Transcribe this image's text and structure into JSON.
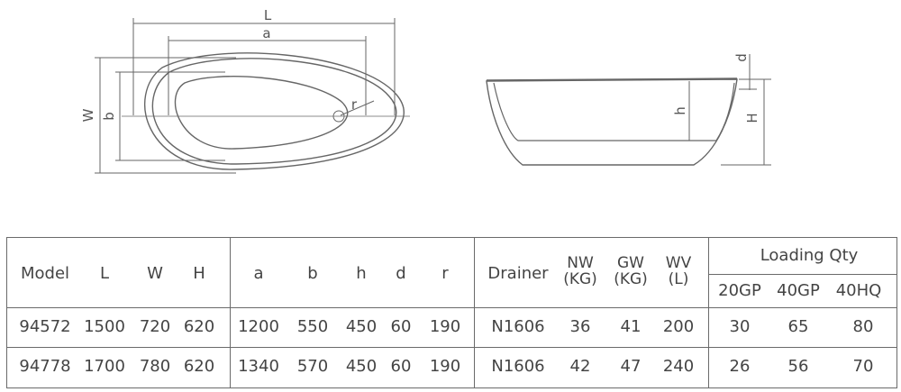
{
  "drawing": {
    "top_labels": {
      "L": "L",
      "a": "a",
      "W": "W",
      "b": "b",
      "r": "r"
    },
    "side_labels": {
      "d": "d",
      "h": "h",
      "H": "H"
    }
  },
  "table": {
    "headers": {
      "model": "Model",
      "L": "L",
      "W": "W",
      "H": "H",
      "a": "a",
      "b": "b",
      "h": "h",
      "d": "d",
      "r": "r",
      "drainer": "Drainer",
      "nw_1": "NW",
      "nw_2": "(KG)",
      "gw_1": "GW",
      "gw_2": "(KG)",
      "wv_1": "WV",
      "wv_2": "(L)",
      "loading": "Loading Qty",
      "gp20": "20GP",
      "gp40": "40GP",
      "hq40": "40HQ"
    },
    "rows": [
      {
        "model": "94572",
        "L": "1500",
        "W": "720",
        "H": "620",
        "a": "1200",
        "b": "550",
        "h": "450",
        "d": "60",
        "r": "190",
        "drainer": "N1606",
        "nw": "36",
        "gw": "41",
        "wv": "200",
        "gp20": "30",
        "gp40": "65",
        "hq40": "80"
      },
      {
        "model": "94778",
        "L": "1700",
        "W": "780",
        "H": "620",
        "a": "1340",
        "b": "570",
        "h": "450",
        "d": "60",
        "r": "190",
        "drainer": "N1606",
        "nw": "42",
        "gw": "47",
        "wv": "240",
        "gp20": "26",
        "gp40": "56",
        "hq40": "70"
      }
    ]
  }
}
